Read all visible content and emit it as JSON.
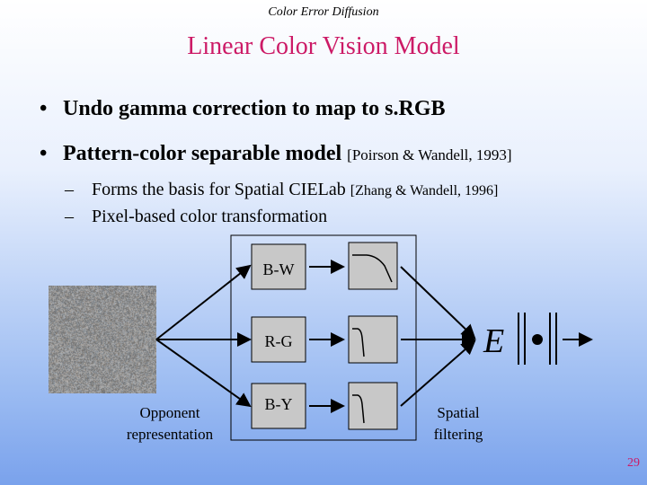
{
  "header": {
    "text": "Color Error Diffusion"
  },
  "title": "Linear Color Vision Model",
  "bullets": [
    {
      "text": "Undo gamma correction to map to s.RGB",
      "cite": ""
    },
    {
      "text": "Pattern-color separable model ",
      "cite": "[Poirson & Wandell, 1993]"
    }
  ],
  "sub_bullets": [
    {
      "text": "Forms the basis for Spatial CIELab ",
      "cite": "[Zhang & Wandell, 1996]"
    },
    {
      "text": "Pixel-based color transformation",
      "cite": ""
    }
  ],
  "diagram": {
    "channels": [
      "B-W",
      "R-G",
      "B-Y"
    ],
    "left_label": [
      "Opponent",
      "representation"
    ],
    "right_label": [
      "Spatial",
      "filtering"
    ],
    "error_symbol": "E"
  },
  "page_number": "29"
}
